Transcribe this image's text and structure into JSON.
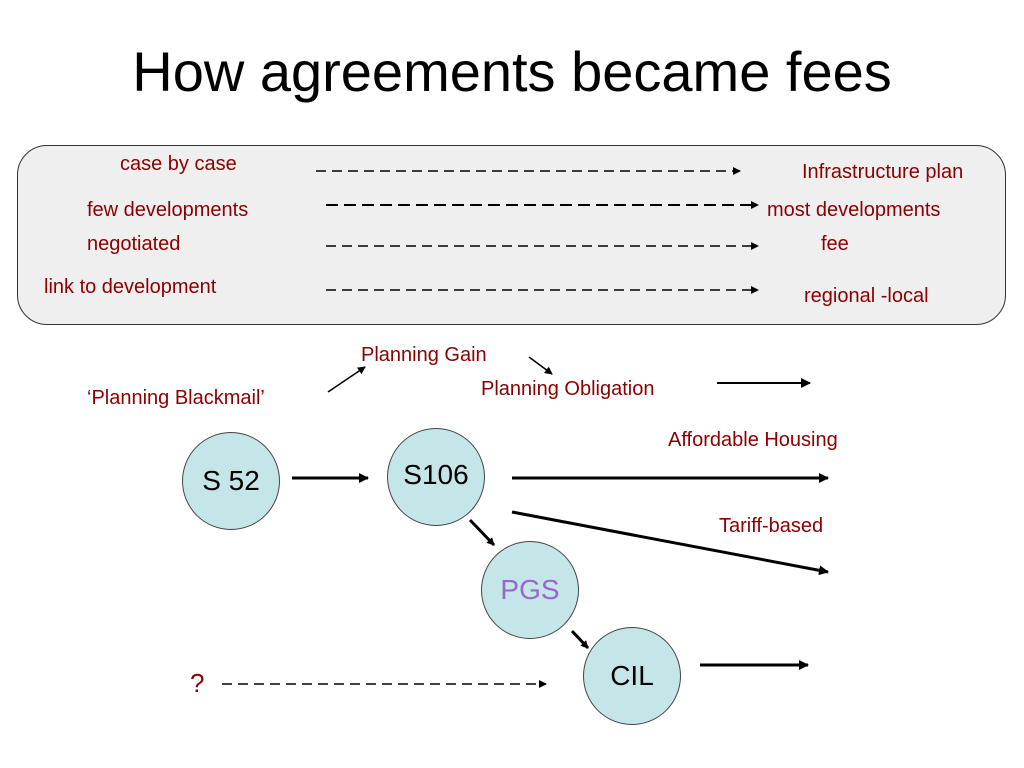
{
  "title": "How agreements became fees",
  "colors": {
    "label": "#8b0000",
    "node_fill": "#c5e6e8",
    "box_fill": "#efefef",
    "pgs_text": "#9966cc"
  },
  "comparison": {
    "rows": [
      {
        "from": "case by case",
        "to": "Infrastructure plan"
      },
      {
        "from": "few developments",
        "to": "most developments"
      },
      {
        "from": "negotiated",
        "to": "fee"
      },
      {
        "from": "link to development",
        "to": "regional -local"
      }
    ]
  },
  "labels": {
    "planning_gain": "Planning Gain",
    "planning_blackmail": "‘Planning Blackmail’",
    "planning_obligation": "Planning Obligation",
    "affordable_housing": "Affordable Housing",
    "tariff_based": "Tariff-based",
    "question": "?"
  },
  "nodes": {
    "s52": "S 52",
    "s106": "S106",
    "pgs": "PGS",
    "cil": "CIL"
  }
}
